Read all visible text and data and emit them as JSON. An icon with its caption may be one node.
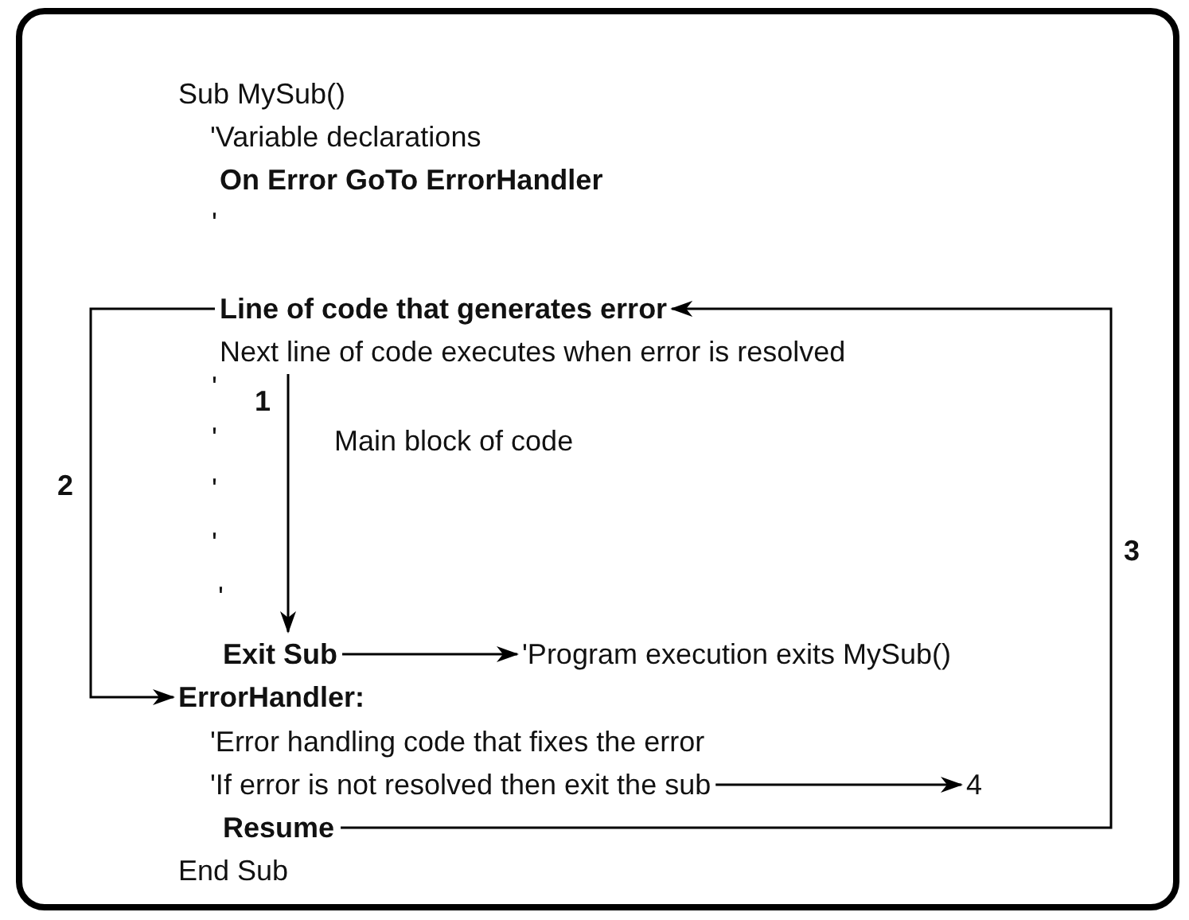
{
  "diagram": {
    "nodes": [
      {
        "text": [
          "Line of code that generates error"
        ]
      },
      {
        "text": [
          "Next line of code executes when error is resolved"
        ]
      },
      {
        "text": [
          "Exit Sub"
        ]
      },
      {
        "text": [
          "'Program execution exits MySub()"
        ]
      },
      {
        "text": [
          "ErrorHandler:"
        ]
      },
      {
        "text": [
          "'If error is not resolved then exit the sub"
        ]
      },
      {
        "text": [
          "4"
        ]
      },
      {
        "text": [
          "Resume"
        ]
      }
    ],
    "edges": [
      {
        "from": 0,
        "to": 4,
        "arrow": "to",
        "label": "2"
      },
      {
        "from": 1,
        "to": 2,
        "arrow": "to",
        "label": "1"
      },
      {
        "from": 2,
        "to": 3,
        "arrow": "to"
      },
      {
        "from": 5,
        "to": 6,
        "arrow": "to"
      },
      {
        "from": 7,
        "to": 0,
        "arrow": "to",
        "label": "3"
      }
    ],
    "labels": [
      "Sub MySub()",
      "'Variable declarations",
      "On Error GoTo ErrorHandler",
      "'",
      "'",
      "Main block of code",
      "'",
      "'",
      "'",
      "'",
      "'Error handling code that fixes the error",
      "End Sub"
    ]
  }
}
